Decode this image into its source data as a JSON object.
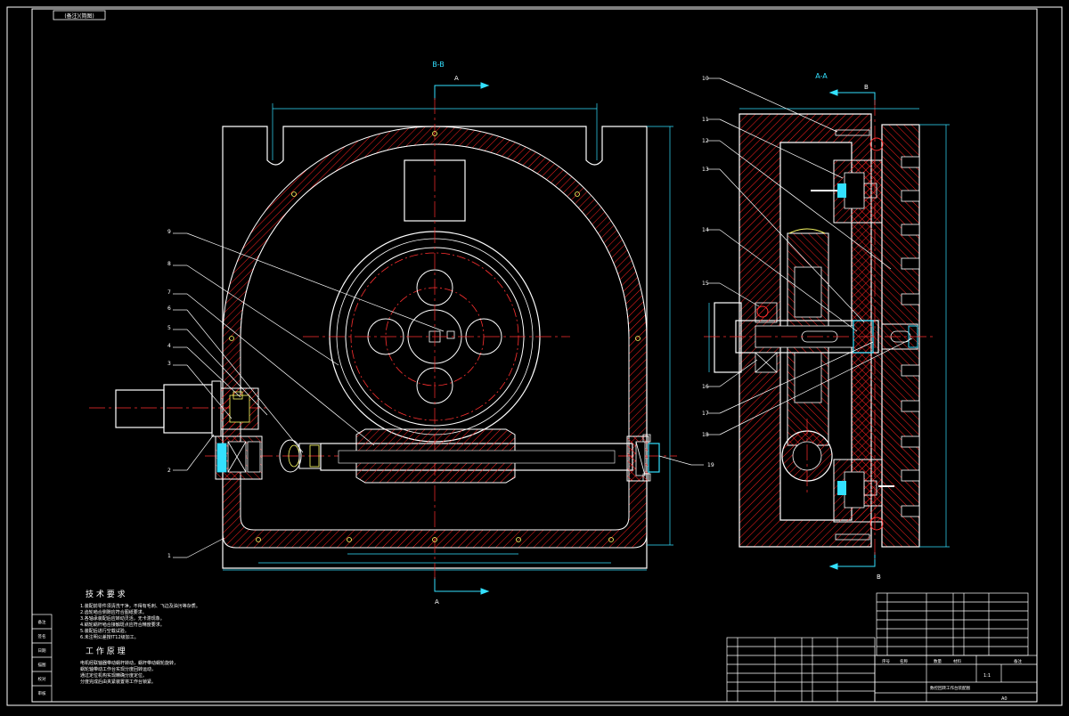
{
  "drawing": {
    "corner_tag": "(备注)(简图)",
    "view_b_label": "B-B",
    "view_a_label": "A-A",
    "section_letter_a": "A",
    "section_letter_b": "B"
  },
  "callouts": {
    "left": [
      "9",
      "8",
      "7",
      "6",
      "5",
      "4",
      "3",
      "2",
      "1"
    ],
    "right_top": [
      "10",
      "11",
      "12",
      "13",
      "14",
      "15"
    ],
    "right_bottom": [
      "16",
      "17",
      "18"
    ],
    "shaft_right": "19"
  },
  "technical": {
    "title": "技 术 要 求",
    "lines": [
      "1.装配前零件须清洗干净，不得有毛刺、飞边及油污等杂质。",
      "2.齿轮啮合侧隙应符合图纸要求。",
      "3.各轴承装配后应转动灵活，无卡滞现象。",
      "4.蜗轮蜗杆啮合接触斑点应符合精度要求。",
      "5.装配后进行空载试验。",
      "6.未注明公差按IT12级加工。"
    ]
  },
  "working": {
    "title": "工 作 原 理",
    "lines": [
      "电机经联轴器带动蜗杆转动，蜗杆带动蜗轮旋转，",
      "蜗轮轴带动工作台实现分度回转运动，",
      "通过定位机构实现精确分度定位。",
      "分度完成后由夹紧装置将工作台锁紧。"
    ]
  },
  "left_strip": [
    "备注",
    "签名",
    "日期",
    "描图",
    "校对",
    "审核"
  ],
  "title_block": {
    "number_label": "序号",
    "name_label": "名称",
    "qty_label": "数量",
    "material_label": "材料",
    "remark_label": "备注",
    "scale": "1:1",
    "sheet": "A0",
    "drawing_name": "数控回转工作台装配图"
  },
  "colors": {
    "background": "#000000",
    "outline": "#ffffff",
    "dimension": "#33e0ff",
    "center": "#ff3030",
    "hatch": "#ff2020",
    "part": "#ffff66",
    "blue": "#4060ff"
  }
}
